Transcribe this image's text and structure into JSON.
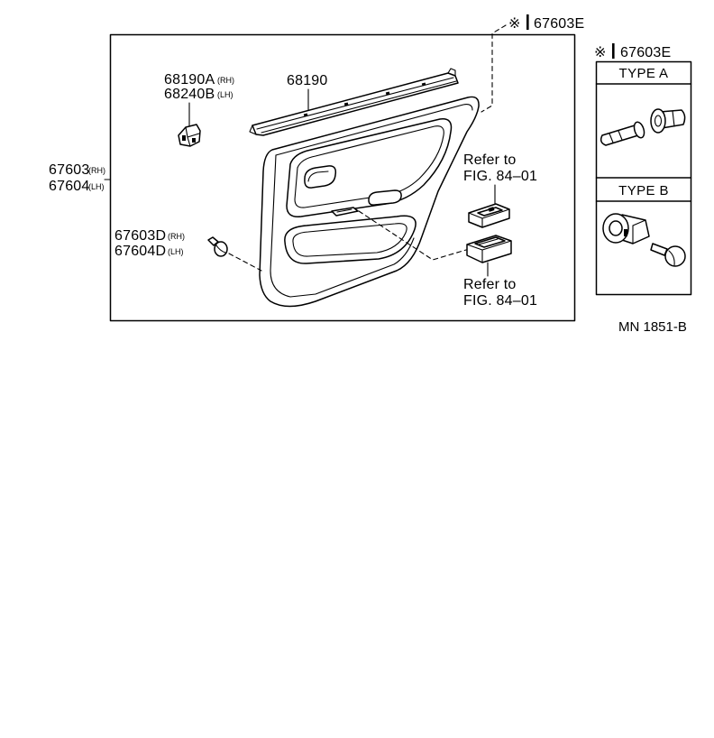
{
  "drawing_code": "MN 1851-B",
  "top_callout": {
    "mark": "※",
    "part_no": "67603E"
  },
  "belt_molding": {
    "part_no": "68190"
  },
  "molding_clip": {
    "rh_no": "68190A",
    "rh_tag": "(RH)",
    "lh_no": "68240B",
    "lh_tag": "(LH)"
  },
  "door_trim": {
    "rh_no": "67603",
    "rh_tag": "(RH)",
    "lh_no": "67604",
    "lh_tag": "(LH)"
  },
  "trim_clip": {
    "rh_no": "67603D",
    "rh_tag": "(RH)",
    "lh_no": "67604D",
    "lh_tag": "(LH)"
  },
  "refer_upper": {
    "line1": "Refer to",
    "line2": "FIG. 84–01"
  },
  "refer_lower": {
    "line1": "Refer to",
    "line2": "FIG. 84–01"
  },
  "inset": {
    "mark": "※",
    "part_no": "67603E",
    "type_a": "TYPE A",
    "type_b": "TYPE B"
  }
}
